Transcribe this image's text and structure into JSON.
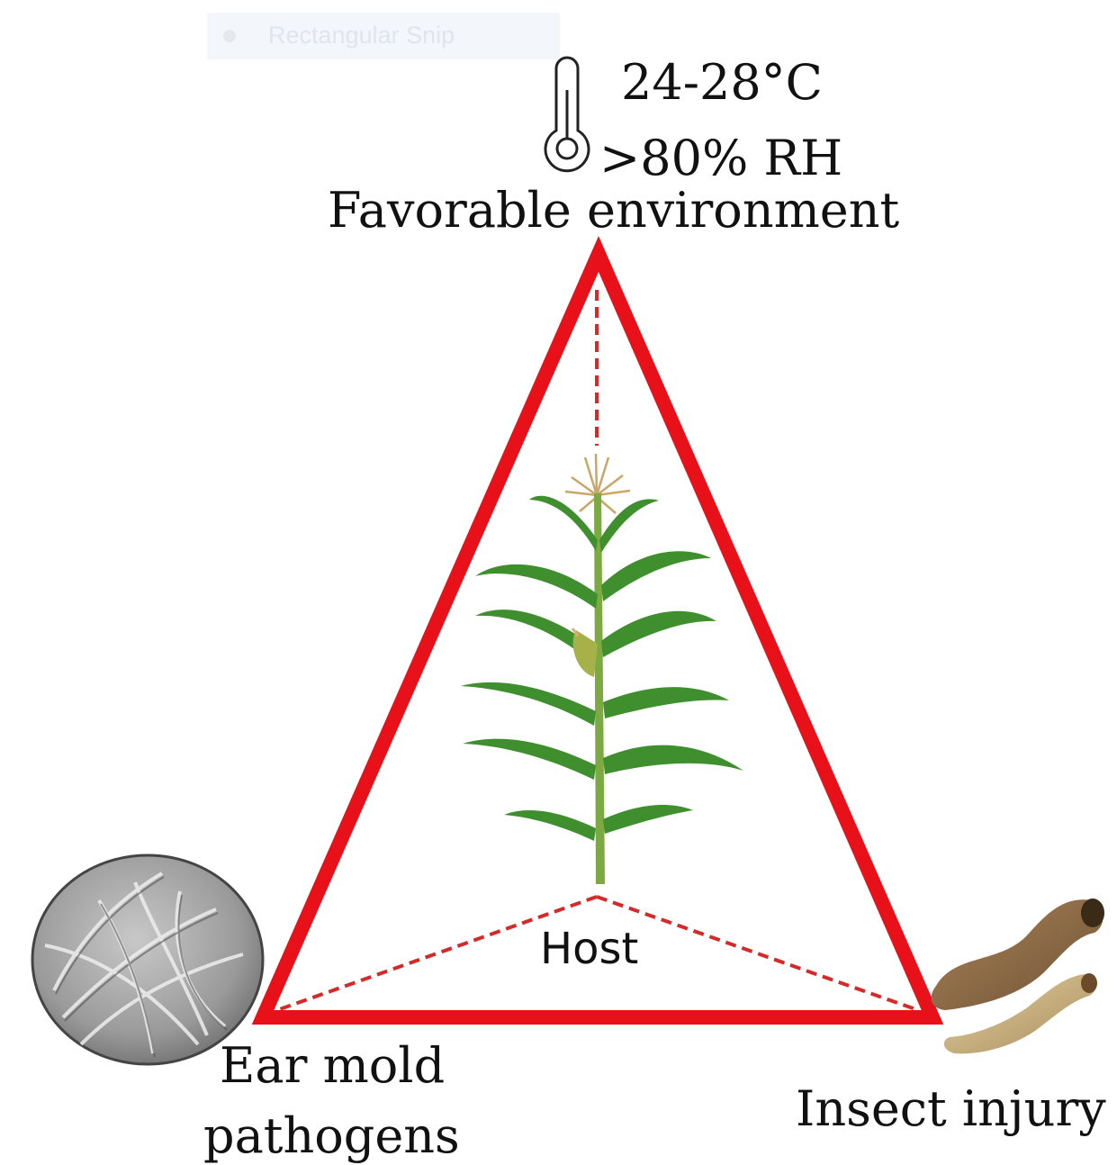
{
  "snip_tool": {
    "label": "Rectangular Snip"
  },
  "environment": {
    "temperature": "24-28°C",
    "humidity": ">80% RH",
    "label": "Favorable environment",
    "icon": "thermometer-icon"
  },
  "host": {
    "label": "Host",
    "icon": "corn-plant-icon"
  },
  "pathogen": {
    "label_line1": "Ear mold",
    "label_line2": "pathogens",
    "icon": "fungal-hyphae-micrograph"
  },
  "insect": {
    "label": "Insect injury",
    "icon": "larvae-icon"
  },
  "colors": {
    "triangle": "#e8111a",
    "dashed": "#d42a2a",
    "leaf": "#3f8f2e",
    "larva_dark": "#8b6a45",
    "larva_light": "#c9ad7a"
  }
}
